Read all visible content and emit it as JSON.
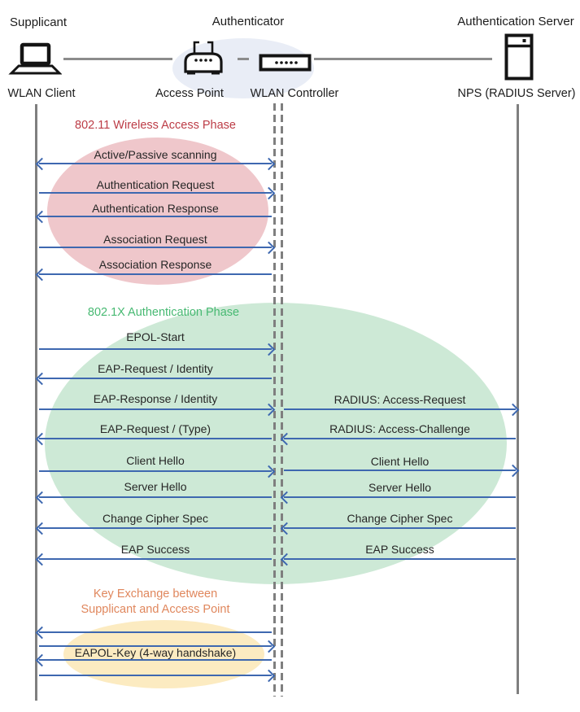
{
  "header": {
    "roles": [
      "Supplicant",
      "Authenticator",
      "Authentication Server"
    ],
    "nodes": [
      "WLAN Client",
      "Access Point",
      "WLAN Controller",
      "NPS (RADIUS Server)"
    ],
    "icons": [
      "laptop-icon",
      "access-point-icon",
      "wlan-controller-icon",
      "server-icon"
    ]
  },
  "phases": [
    {
      "name": "802.11 Wireless Access Phase",
      "title_color": "#BC3C46",
      "ellipse_color": "#EFC7CB",
      "messages": [
        {
          "label": "Active/Passive scanning",
          "from": "WLAN Client",
          "to": "WLAN Controller",
          "direction": "both"
        },
        {
          "label": "Authentication Request",
          "from": "WLAN Client",
          "to": "WLAN Controller",
          "direction": "right"
        },
        {
          "label": "Authentication Response",
          "from": "WLAN Controller",
          "to": "WLAN Client",
          "direction": "left"
        },
        {
          "label": "Association Request",
          "from": "WLAN Client",
          "to": "WLAN Controller",
          "direction": "right"
        },
        {
          "label": "Association Response",
          "from": "WLAN Controller",
          "to": "WLAN Client",
          "direction": "left"
        }
      ]
    },
    {
      "name": "802.1X Authentication Phase",
      "title_color": "#47B972",
      "ellipse_color": "#CDE9D6",
      "client_messages": [
        {
          "label": "EPOL-Start",
          "from": "WLAN Client",
          "to": "WLAN Controller",
          "direction": "right"
        },
        {
          "label": "EAP-Request / Identity",
          "from": "WLAN Controller",
          "to": "WLAN Client",
          "direction": "left"
        },
        {
          "label": "EAP-Response / Identity",
          "from": "WLAN Client",
          "to": "WLAN Controller",
          "direction": "right"
        },
        {
          "label": "EAP-Request / (Type)",
          "from": "WLAN Controller",
          "to": "WLAN Client",
          "direction": "left"
        },
        {
          "label": "Client Hello",
          "from": "WLAN Client",
          "to": "WLAN Controller",
          "direction": "right"
        },
        {
          "label": "Server Hello",
          "from": "WLAN Controller",
          "to": "WLAN Client",
          "direction": "left"
        },
        {
          "label": "Change Cipher Spec",
          "from": "WLAN Controller",
          "to": "WLAN Client",
          "direction": "left"
        },
        {
          "label": "EAP Success",
          "from": "WLAN Controller",
          "to": "WLAN Client",
          "direction": "left"
        }
      ],
      "server_messages": [
        {
          "label": "RADIUS: Access-Request",
          "from": "WLAN Controller",
          "to": "NPS (RADIUS Server)",
          "direction": "right"
        },
        {
          "label": "RADIUS: Access-Challenge",
          "from": "NPS (RADIUS Server)",
          "to": "WLAN Controller",
          "direction": "left"
        },
        {
          "label": "Client Hello",
          "from": "WLAN Controller",
          "to": "NPS (RADIUS Server)",
          "direction": "right"
        },
        {
          "label": "Server Hello",
          "from": "NPS (RADIUS Server)",
          "to": "WLAN Controller",
          "direction": "left"
        },
        {
          "label": "Change Cipher Spec",
          "from": "NPS (RADIUS Server)",
          "to": "WLAN Controller",
          "direction": "left"
        },
        {
          "label": "EAP Success",
          "from": "NPS (RADIUS Server)",
          "to": "WLAN Controller",
          "direction": "left"
        }
      ]
    },
    {
      "name_line1": "Key Exchange between",
      "name_line2": "Supplicant and Access Point",
      "title_color": "#E0875D",
      "ellipse_color": "#FCEBC1",
      "messages": [
        {
          "label": "EAPOL-Key (4-way handshake)",
          "from": "WLAN Client",
          "to": "WLAN Controller",
          "direction": "both",
          "arrow_sequence": [
            "left",
            "right",
            "left",
            "right"
          ]
        }
      ]
    }
  ],
  "colors": {
    "arrow": "#3E68B0",
    "lifeline": "#7F7F7F",
    "connector": "#8C8C8C",
    "label_text": "#262626",
    "authenticator_ellipse": "#E9EDF6"
  }
}
